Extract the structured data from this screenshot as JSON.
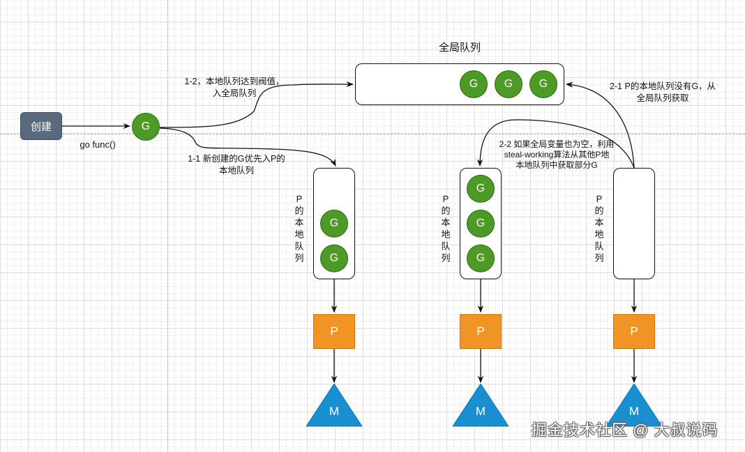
{
  "create_node": {
    "label": "创建",
    "color": "#5a6a7e"
  },
  "go_func_label": "go func()",
  "new_goroutine": {
    "label": "G"
  },
  "global_queue": {
    "title": "全局队列",
    "goroutines": [
      "G",
      "G",
      "G"
    ]
  },
  "edge_labels": {
    "to_global_line1": "1-2，本地队列达到阀值，",
    "to_global_line2": "入全局队列",
    "to_local_line1": "1-1 新创建的G优先入P的",
    "to_local_line2": "本地队列",
    "from_global_line1": "2-1 P的本地队列没有G，从",
    "from_global_line2": "全局队列获取",
    "steal_line1": "2-2 如果全局变量也为空，利用",
    "steal_line2": "steal-working算法从其他P地",
    "steal_line3": "本地队列中获取部分G"
  },
  "processors": [
    {
      "queue_label": [
        "P",
        "的",
        "本",
        "地",
        "队",
        "列"
      ],
      "goroutines": [
        "G",
        "G"
      ],
      "p_label": "P",
      "m_label": "M"
    },
    {
      "queue_label": [
        "P",
        "的",
        "本",
        "地",
        "队",
        "列"
      ],
      "goroutines": [
        "G",
        "G",
        "G"
      ],
      "p_label": "P",
      "m_label": "M"
    },
    {
      "queue_label": [
        "P",
        "的",
        "本",
        "地",
        "队",
        "列"
      ],
      "goroutines": [],
      "p_label": "P",
      "m_label": "M"
    }
  ],
  "colors": {
    "goroutine": "#4e9a26",
    "processor": "#ef9425",
    "machine": "#1a8fd0"
  },
  "watermark": "掘金技术社区 @ 大叔说码"
}
